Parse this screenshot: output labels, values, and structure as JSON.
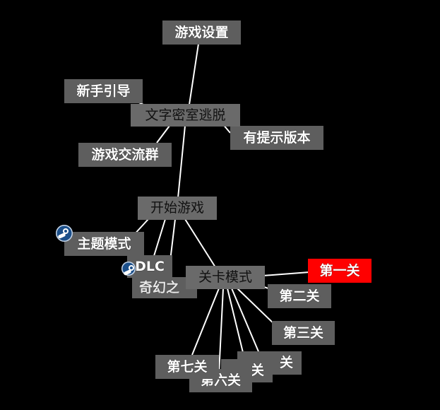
{
  "nodes": {
    "game_settings": "游戏设置",
    "tutorial": "新手引导",
    "root": "文字密室逃脱",
    "hint_version": "有提示版本",
    "game_group": "游戏交流群",
    "start_game": "开始游戏",
    "theme_mode": "主题模式",
    "dlc": "DLC",
    "fantasy_partial": "奇幻之",
    "level_mode": "关卡模式",
    "level_1": "第一关",
    "level_2": "第二关",
    "level_3": "第三关",
    "level_7": "第七关",
    "level_6": "第六关",
    "level_5_partial": "关",
    "level_4_partial": "关"
  },
  "active_node": "level_1",
  "colors": {
    "background": "#000000",
    "node": "#5e5e5e",
    "active": "#ff0000",
    "link": "#ffffff"
  },
  "icons": {
    "theme_mode": "steam-icon",
    "dlc": "steam-icon"
  }
}
